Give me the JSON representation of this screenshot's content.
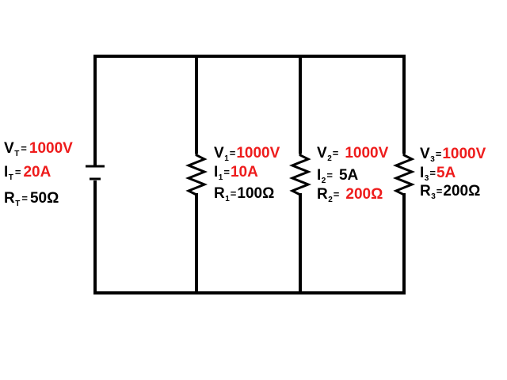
{
  "colors": {
    "wire": "#000000",
    "value_highlight": "#ee1c1c",
    "value_normal": "#000000"
  },
  "source": {
    "voltage": {
      "letter": "V",
      "subscript": "T",
      "value": "1000V",
      "highlight": true
    },
    "current": {
      "letter": "I",
      "subscript": "T",
      "value": "20A",
      "highlight": true
    },
    "resistance": {
      "letter": "R",
      "subscript": "T",
      "value": "50Ω",
      "highlight": false
    }
  },
  "branches": [
    {
      "voltage": {
        "letter": "V",
        "subscript": "1",
        "value": "1000V",
        "highlight": true
      },
      "current": {
        "letter": "I",
        "subscript": "1",
        "value": "10A",
        "highlight": true
      },
      "resistance": {
        "letter": "R",
        "subscript": "1",
        "value": "100Ω",
        "highlight": false
      }
    },
    {
      "voltage": {
        "letter": "V",
        "subscript": "2",
        "value": "1000V",
        "highlight": true
      },
      "current": {
        "letter": "I",
        "subscript": "2",
        "value": "5A",
        "highlight": false
      },
      "resistance": {
        "letter": "R",
        "subscript": "2",
        "value": "200Ω",
        "highlight": true
      }
    },
    {
      "voltage": {
        "letter": "V",
        "subscript": "3",
        "value": "1000V",
        "highlight": true
      },
      "current": {
        "letter": "I",
        "subscript": "3",
        "value": "5A",
        "highlight": true
      },
      "resistance": {
        "letter": "R",
        "subscript": "3",
        "value": "200Ω",
        "highlight": false
      }
    }
  ],
  "eq_sign": "="
}
